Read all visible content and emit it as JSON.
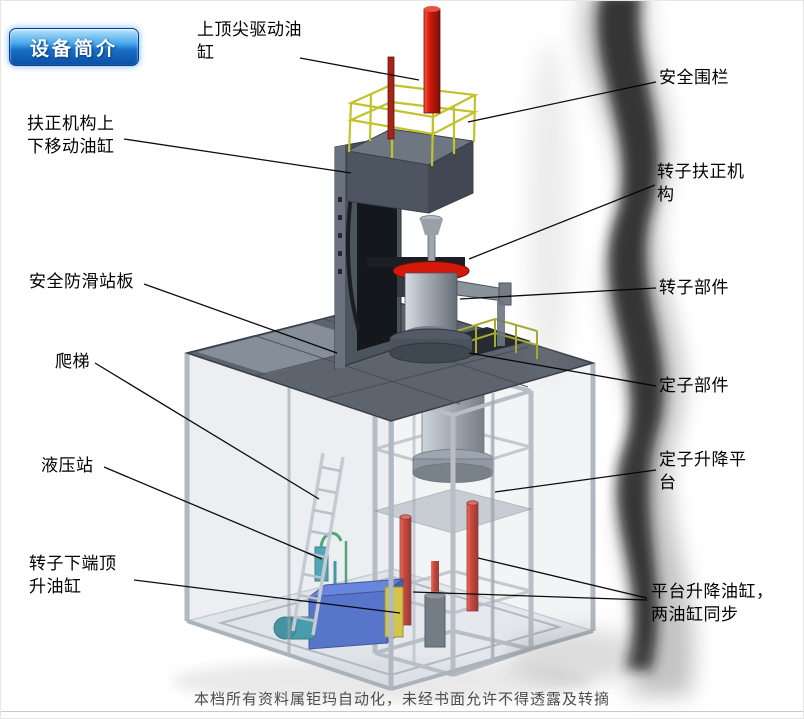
{
  "badge": {
    "label": "设备简介"
  },
  "labels": {
    "top_cylinder": {
      "text": "上顶尖驱动油\n缸"
    },
    "safety_fence": {
      "text": "安全围栏"
    },
    "centering_cylinder": {
      "text": "扶正机构上\n下移动油缸"
    },
    "rotor_centering": {
      "text": "转子扶正机\n构"
    },
    "antislip_plate": {
      "text": "安全防滑站板"
    },
    "rotor_part": {
      "text": "转子部件"
    },
    "ladder": {
      "text": "爬梯"
    },
    "stator_part": {
      "text": "定子部件"
    },
    "hydraulic_station": {
      "text": "液压站"
    },
    "stator_platform": {
      "text": "定子升降平\n台"
    },
    "rotor_jack_cylinder": {
      "text": "转子下端顶\n升油缸"
    },
    "platform_cylinders": {
      "text": "平台升降油缸，\n两油缸同步"
    }
  },
  "footer": {
    "text": "本档所有资料属钜玛自动化，未经书面允许不得透露及转摘"
  },
  "colors": {
    "badge_blue": "#1668c0",
    "cylinder_red": "#d31a0a",
    "structure_gray": "#5d646e",
    "frame_light_gray": "#b6bcc4",
    "railing_yellow": "#c2c22a",
    "hydraulic_blue": "#2750c8",
    "smoke_black": "#141414"
  }
}
